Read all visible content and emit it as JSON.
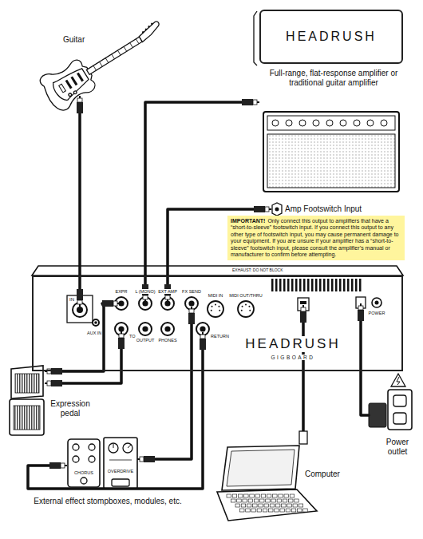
{
  "diagram": {
    "nodes": [
      {
        "text": [
          "HEADRUSH"
        ]
      },
      {
        "text": [
          "IMPORTANT!",
          "Only connect this output to amplifiers that have a “short-to-sleeve” footswitch input. If you connect this output to any other type of footswitch input, you may cause permanent damage to your equipment. If you are unsure if your amplifier has a “short-to-sleeve” footswitch input, please consult the amplifier’s manual or manufacturer to confirm before attempting."
        ]
      },
      {
        "text": [
          "HEADRUSH",
          "GIGBOARD"
        ]
      }
    ],
    "labels": [
      "Guitar",
      "Full-range, flat-response amplifier or traditional guitar amplifier",
      "Amp Footswitch Input",
      "IN",
      "AUX IN",
      "EXPR",
      "L (MONO)",
      "EXT AMP",
      "FX SEND",
      "TO",
      "OUTPUT",
      "PHONES",
      "RETURN",
      "MIDI IN",
      "MIDI OUT/THRU",
      "EXHAUST: DO NOT BLOCK",
      "POWER",
      "Expression pedal",
      "CHORUS",
      "OVERDRIVE",
      "External effect stompboxes, modules, etc.",
      "Computer",
      "Power outlet"
    ]
  }
}
